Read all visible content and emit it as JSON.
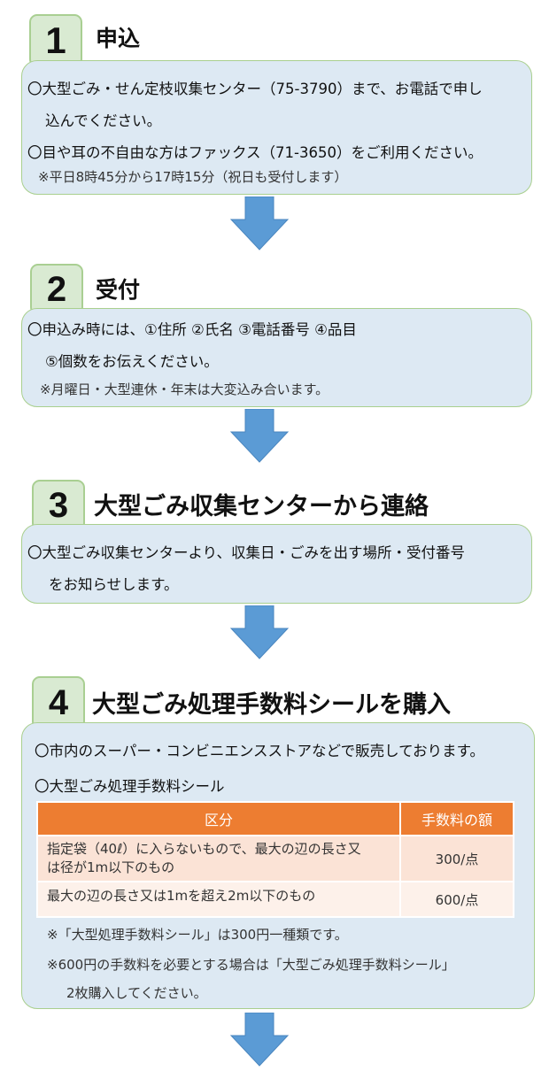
{
  "step1": {
    "number": "1",
    "title": "申込",
    "line1": "〇大型ごみ・せん定枝収集センター（75-3790）まで、お電話で申し",
    "line1b": "込んでください。",
    "line2": "〇目や耳の不自由な方はファックス（71-3650）をご利用ください。",
    "note": "※平日8時45分から17時15分（祝日も受付します）"
  },
  "step2": {
    "number": "2",
    "title": "受付",
    "line1": "〇申込み時には、①住所 ②氏名 ③電話番号 ④品目",
    "line1b": "⑤個数をお伝えください。",
    "note": "※月曜日・大型連休・年末は大変込み合います。"
  },
  "step3": {
    "number": "3",
    "title": "大型ごみ収集センターから連絡",
    "line1": "〇大型ごみ収集センターより、収集日・ごみを出す場所・受付番号",
    "line1b": "をお知らせします。"
  },
  "step4": {
    "number": "4",
    "title": "大型ごみ処理手数料シールを購入",
    "line1": "〇市内のスーパー・コンビニエンスストアなどで販売しております。",
    "line2": "〇大型ごみ処理手数料シール",
    "table": {
      "headers": [
        "区分",
        "手数料の額"
      ],
      "rows": [
        {
          "desc1": "指定袋（40ℓ）に入らないもので、最大の辺の長さ又",
          "desc2": "は径が1m以下のもの",
          "fee": "300/点"
        },
        {
          "desc1": "最大の辺の長さ又は1mを超え2m以下のもの",
          "desc2": "",
          "fee": "600/点"
        }
      ]
    },
    "note1": "※「大型処理手数料シール」は300円一種類です。",
    "note2": "※600円の手数料を必要とする場合は「大型ごみ処理手数料シール」",
    "note2b": "2枚購入してください。"
  },
  "colors": {
    "number_box": "#d9ead2",
    "panel": "#dde9f3",
    "panel_border": "#a9cf8e",
    "arrow": "#5b9bd5",
    "table_header": "#ed7d31",
    "table_row": "#fbe3d6"
  },
  "icons": [
    "down-arrow-icon"
  ]
}
